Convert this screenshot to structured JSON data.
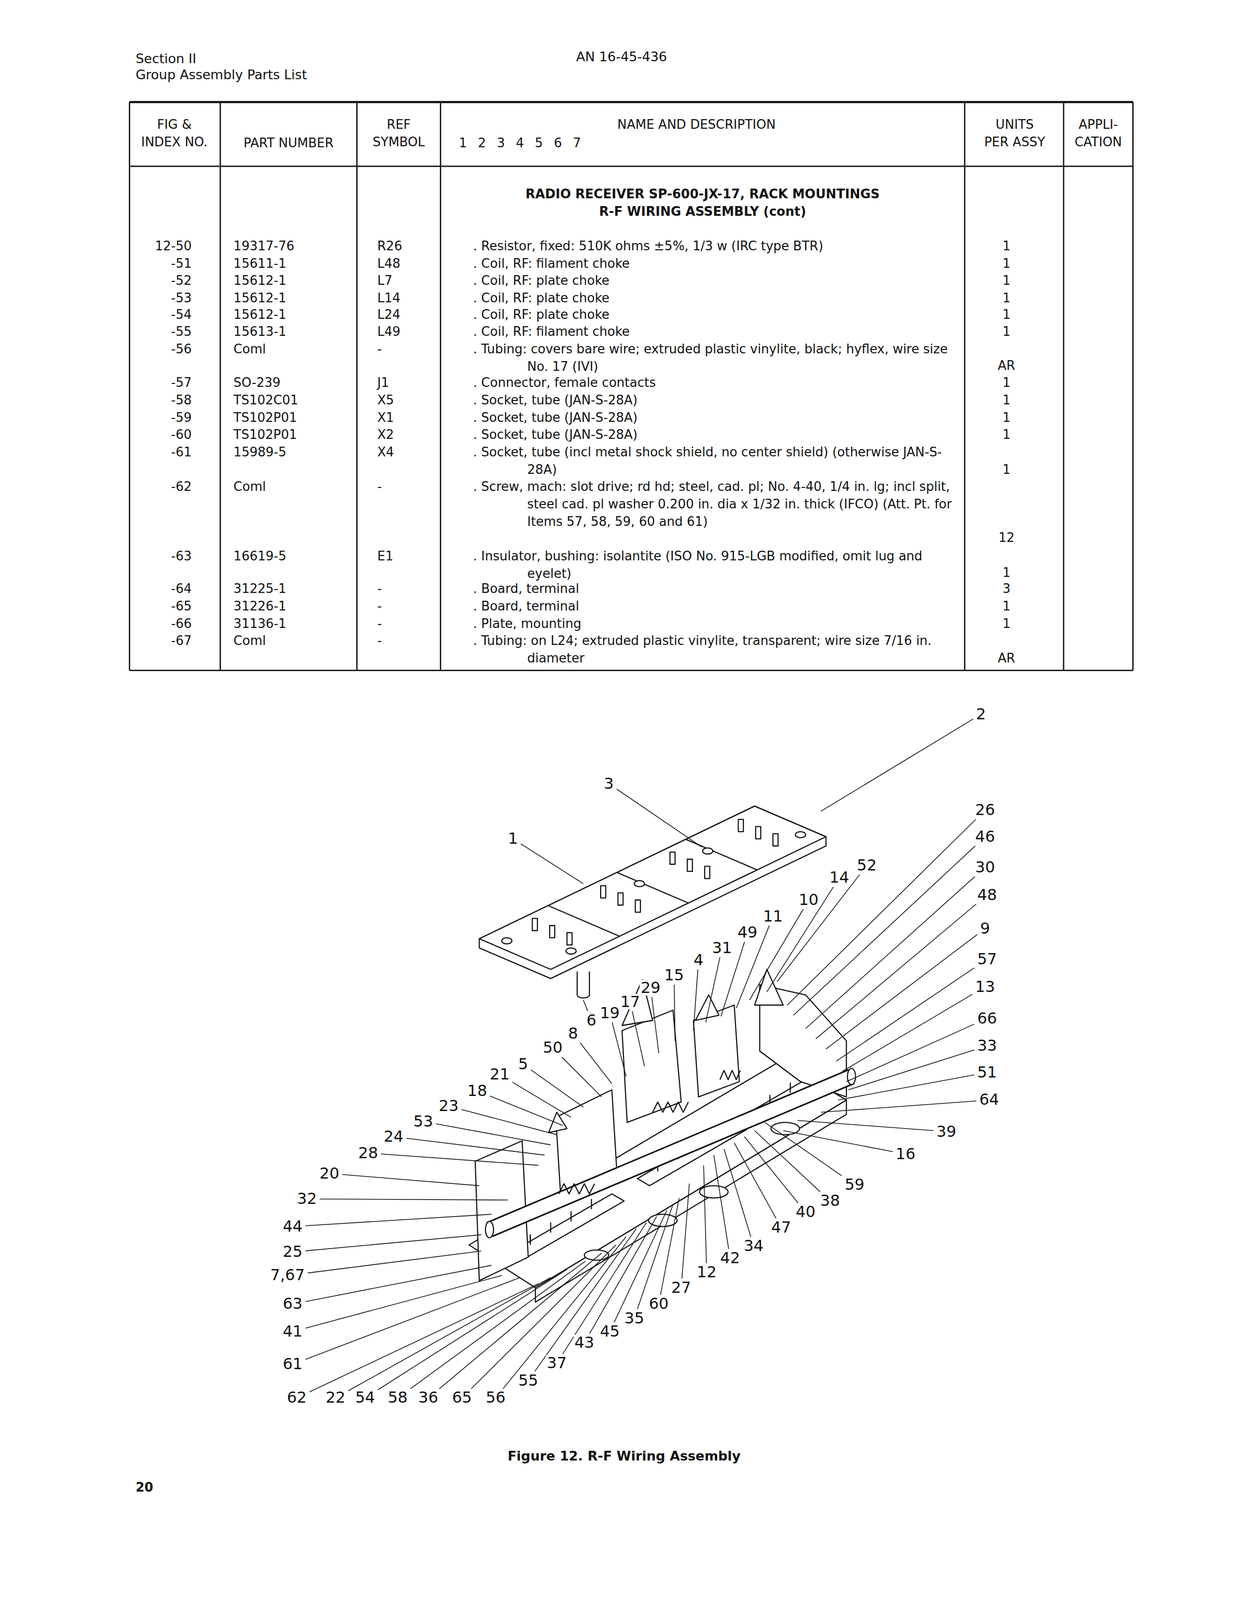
{
  "diagram": {
    "caption": "Figure 12. R-F Wiring Assembly",
    "labels": [
      "Section II",
      "Group Assembly Parts List",
      "AN 16-45-436",
      "FIG & INDEX NO.",
      "PART NUMBER",
      "REF SYMBOL",
      "NAME AND DESCRIPTION",
      "1 2 3 4 5 6 7",
      "UNITS PER ASSY",
      "APPLI- CATION",
      "RADIO RECEIVER SP-600-JX-17, RACK MOUNTINGS",
      "R-F WIRING ASSEMBLY (cont)",
      "12-50",
      "19317-76",
      "R26",
      ". Resistor, fixed: 510K ohms ±5%, 1/3 w (IRC type BTR)",
      "1",
      "-51",
      "15611-1",
      "L48",
      ". Coil, RF: filament choke",
      "1",
      "-52",
      "15612-1",
      "L7",
      ". Coil, RF: plate choke",
      "1",
      "-53",
      "15612-1",
      "L14",
      ". Coil, RF: plate choke",
      "1",
      "-54",
      "15612-1",
      "L24",
      ". Coil, RF: plate choke",
      "1",
      "-55",
      "15613-1",
      "L49",
      ". Coil, RF: filament choke",
      "1",
      "-56",
      "Coml",
      "-",
      ". Tubing: covers bare wire; extruded plastic vinylite, black; hyflex, wire size No. 17 (IVI)",
      "AR",
      "-57",
      "SO-239",
      "J1",
      ". Connector, female contacts",
      "1",
      "-58",
      "TS102C01",
      "X5",
      ". Socket, tube (JAN-S-28A)",
      "1",
      "-59",
      "TS102P01",
      "X1",
      ". Socket, tube (JAN-S-28A)",
      "1",
      "-60",
      "TS102P01",
      "X2",
      ". Socket, tube (JAN-S-28A)",
      "1",
      "-61",
      "15989-5",
      "X4",
      ". Socket, tube (incl metal shock shield, no center shield) (otherwise JAN-S-28A)",
      "1",
      "-62",
      "Coml",
      "-",
      ". Screw, mach: slot drive; rd hd; steel, cad. pl; No. 4-40, 1/4 in. lg; incl split, steel cad. pl washer 0.200 in. dia x 1/32 in. thick (IFCO) (Att. Pt. for Items 57, 58, 59, 60 and 61)",
      "12",
      "-63",
      "16619-5",
      "E1",
      ". Insulator, bushing: isolantite (ISO No. 915-LGB modified, omit lug and eyelet)",
      "1",
      "-64",
      "31225-1",
      "-",
      ". Board, terminal",
      "3",
      "-65",
      "31226-1",
      "-",
      ". Board, terminal",
      "1",
      "-66",
      "31136-1",
      "-",
      ". Plate, mounting",
      "1",
      "-67",
      "Coml",
      "-",
      ". Tubing: on L24; extruded plastic vinylite, transparent; wire size 7/16 in. diameter",
      "AR",
      "1",
      "2",
      "3",
      "6",
      "26",
      "46",
      "30",
      "48",
      "9",
      "57",
      "13",
      "66",
      "33",
      "51",
      "64",
      "39",
      "16",
      "52",
      "14",
      "10",
      "11",
      "49",
      "31",
      "4",
      "15",
      "29",
      "17",
      "19",
      "8",
      "50",
      "5",
      "21",
      "18",
      "23",
      "53",
      "24",
      "28",
      "20",
      "32",
      "44",
      "25",
      "7,67",
      "63",
      "41",
      "61",
      "62",
      "22",
      "54",
      "58",
      "36",
      "65",
      "56",
      "55",
      "37",
      "43",
      "45",
      "35",
      "60",
      "27",
      "12",
      "42",
      "34",
      "47",
      "40",
      "38",
      "59",
      "20"
    ]
  }
}
